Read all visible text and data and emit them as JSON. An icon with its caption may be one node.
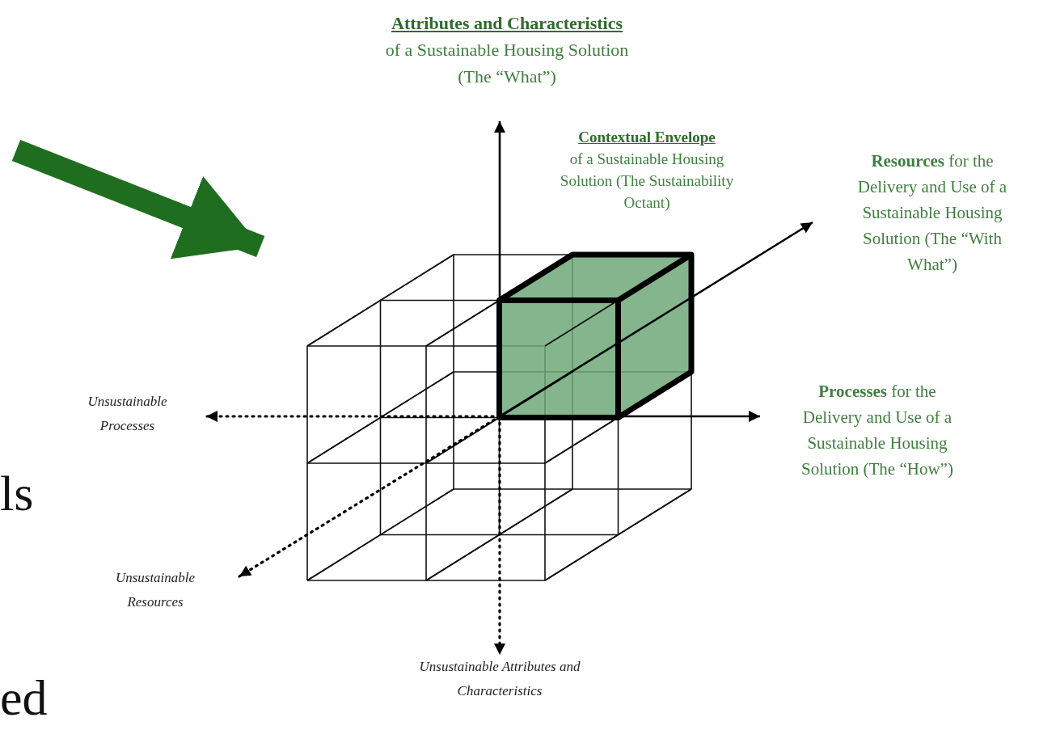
{
  "diagram": {
    "nodes": [
      {
        "text": [
          "Attributes and Characteristics",
          "of a Sustainable Housing Solution (The “What”)"
        ]
      },
      {
        "text": [
          "Contextual Envelope",
          "of a Sustainable Housing Solution (The Sustainability Octant)"
        ]
      },
      {
        "text": [
          "**Resources** for the Delivery and Use of a Sustainable Housing Solution (The “With What”)"
        ]
      },
      {
        "text": [
          "**Processes** for the Delivery and Use of a Sustainable Housing Solution (The “How”)"
        ]
      },
      {
        "text": [
          "Unsustainable Processes"
        ]
      },
      {
        "text": [
          "Unsustainable Resources"
        ]
      },
      {
        "text": [
          "Unsustainable Attributes and Characteristics"
        ]
      },
      {
        "text": [],
        "shape": "picture"
      }
    ],
    "edges": [
      {
        "from": 7,
        "to": 0,
        "arrow": "to"
      },
      {
        "from": 7,
        "to": 2,
        "arrow": "to"
      },
      {
        "from": 7,
        "to": 3,
        "arrow": "to"
      },
      {
        "from": 7,
        "to": 4,
        "arrow": "to",
        "style": "dashed"
      },
      {
        "from": 7,
        "to": 5,
        "arrow": "to",
        "style": "dashed"
      },
      {
        "from": 7,
        "to": 6,
        "arrow": "to",
        "style": "dashed"
      },
      {
        "from": null,
        "to": 7,
        "arrow": "to",
        "style": "thick",
        "color": "#1f6e1f"
      }
    ],
    "labels": [
      "ls",
      "ed"
    ]
  }
}
